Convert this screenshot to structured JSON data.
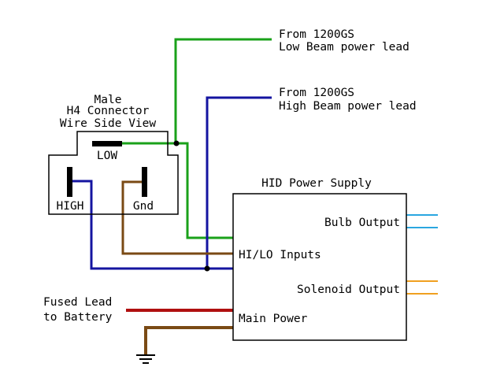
{
  "colors": {
    "low_beam_wire": "#1aa11a",
    "high_beam_wire": "#1414a0",
    "ground_wire": "#7a4a14",
    "battery_wire": "#b01010",
    "bulb_output_wire": "#2aa6e0",
    "solenoid_output_wire": "#f0a020",
    "outline": "#000000"
  },
  "connector": {
    "title_line1": "Male",
    "title_line2": "H4 Connector",
    "title_line3": "Wire Side View",
    "pin_low": "LOW",
    "pin_high": "HIGH",
    "pin_gnd": "Gnd"
  },
  "sources": {
    "low_line1": "From 1200GS",
    "low_line2": "Low Beam power lead",
    "high_line1": "From 1200GS",
    "high_line2": "High Beam power lead"
  },
  "battery": {
    "line1": "Fused Lead",
    "line2": "to Battery"
  },
  "power_supply": {
    "title": "HID Power Supply",
    "bulb_output": "Bulb Output",
    "hilo_inputs": "HI/LO Inputs",
    "solenoid_output": "Solenoid Output",
    "main_power": "Main Power"
  },
  "icons": [
    "ground-icon",
    "junction-dot"
  ]
}
